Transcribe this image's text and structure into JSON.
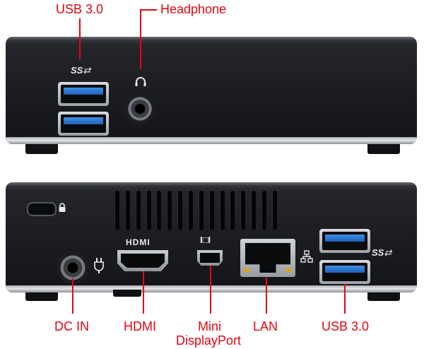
{
  "labels": {
    "usb_front": "USB 3.0",
    "headphone": "Headphone",
    "dc_in": "DC IN",
    "hdmi": "HDMI",
    "mini_dp_line1": "Mini",
    "mini_dp_line2": "DisplayPort",
    "lan": "LAN",
    "usb_rear": "USB 3.0"
  },
  "port_marks": {
    "ss_usb": "SS",
    "hdmi_logo": "HDMI",
    "mdp_logo": "I□I"
  },
  "colors": {
    "callout": "#e30613",
    "usb_blue": "#2f7bd6",
    "chassis": "#1a1b1f"
  },
  "icons": [
    "headphone-icon",
    "lock-icon",
    "power-plug-icon",
    "network-icon",
    "superspeed-usb-icon"
  ]
}
